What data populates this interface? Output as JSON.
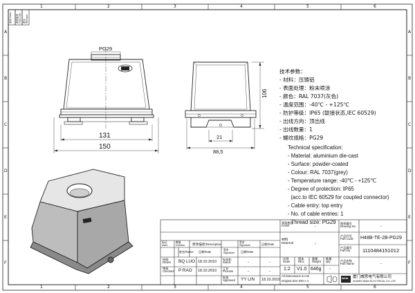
{
  "frame": {
    "zone_cols_top": [
      "1",
      "2",
      "3",
      "4",
      "5",
      "6"
    ],
    "zone_cols_bottom": [
      "1",
      "2",
      "3",
      "4",
      "5",
      "6"
    ],
    "zone_rows": [
      "A",
      "B",
      "C",
      "D",
      "E",
      "F"
    ],
    "corner_cells": [
      "设计/Date",
      "改变版本\nFrom Ver.",
      "备注\nRemark"
    ]
  },
  "views": {
    "front": {
      "pg_label": "PG29",
      "dim_131": "131",
      "dim_150": "150"
    },
    "side": {
      "dim_106": "106",
      "dim_21": "21",
      "dim_88_5": "88,5"
    }
  },
  "specs_cn": {
    "title": "技术参数：",
    "lines": [
      "- 材料：压铸铝",
      "- 表面处理：粉末喷涂",
      "- 颜色：RAL 7037(灰色)",
      "- 温度范围：-40℃ - +125℃",
      "- 防护等级：IP65 (联接状态,IEC 60529)",
      "- 出线方向：顶出线",
      "- 出线数量：1",
      "- 螺纹规格：PG29"
    ]
  },
  "specs_en": {
    "title": "Technical specification:",
    "lines": [
      "- Material: aluminium die-cast",
      "- Surface: powder-coated",
      "- Colour: RAL 7037(grey)",
      "- Temperature range: -40℃ - +125℃",
      "- Degree of protection: IP65",
      "  (acc.to IEC 60529 for coupled connector)",
      "- Cable entry: top entry",
      "- No. of cable entries: 1",
      "- Thread size: PG29"
    ]
  },
  "title_block": {
    "finish_label": "表面处理\nFinish",
    "finish_value": "-",
    "material_label": "材料\nMaterial",
    "material_value": "-",
    "drawing_no_label": "图样编号\nDrawing No.",
    "drawing_no_value": "-",
    "part_code_label": "产品代号\nPart Code",
    "part_code_value": "H48B-TE-2B-PG29",
    "part_no_label": "产品编号\nPart No.",
    "part_no_value": "1110484151012",
    "part_name_label": "产品名称\nPart Name",
    "part_name_value": "-",
    "scale_label": "比例\nScale",
    "scale_value": "1:2",
    "rev_label": "版本\nREV.",
    "rev_value": "V1.0",
    "weight_label": "重量\nWeight",
    "weight_value": "646g",
    "qty_label": "数量\nQty.",
    "qty_value": "-",
    "note_line1": "All Dimensions in mm",
    "note_line2": "Original Size  DIN A 4",
    "company_cn": "厦门威思电气有限公司",
    "company_en": "XIAMEN WAIN ELECTRICAL CO.,LTD",
    "logo_text": "WAIN",
    "header_mark": "标记\nMark",
    "header_count": "数量\nNumber",
    "header_desc": "更改描述/Description",
    "header_sig": "签名\nSignature",
    "header_date": "日期/Date",
    "header_sig2": "签名\nSignature",
    "header_date2": "日期/Date",
    "row_drawn_label": "绘图\nDrawn",
    "row_drawn_name": "BQ LUO",
    "row_drawn_date": "18.10.2010",
    "row_stand_label": "标准化\nStand.",
    "row_stand_value": "-",
    "row_stand_date": "-",
    "row_checked_label": "审核\nChecked",
    "row_checked_name": "P RAO",
    "row_checked_date": "18.10.2010",
    "row_process_label": "工艺\nProcess",
    "row_process_name": "-",
    "row_process_date": "-",
    "row_approved_label": "批准\nApproved",
    "row_approved_name": "YY LIN",
    "row_approved_date": "18.10.2010",
    "cell_name_label": "姓名/Name",
    "cell_date_label": "日期/Date"
  }
}
